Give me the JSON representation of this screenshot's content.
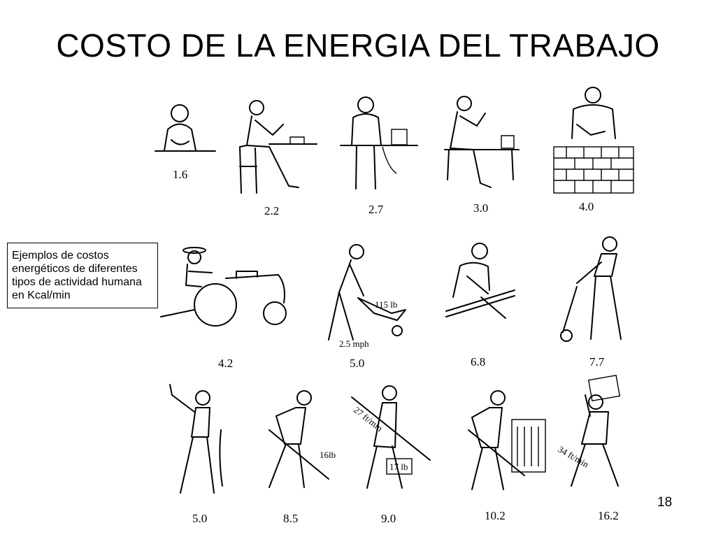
{
  "slide": {
    "title": "COSTO DE LA ENERGIA DEL TRABAJO",
    "note": "Ejemplos de costos energéticos de diferentes tipos de actividad humana en Kcal/min",
    "page_number": "18"
  },
  "activities": [
    {
      "value": "1.6"
    },
    {
      "value": "2.2"
    },
    {
      "value": "2.7"
    },
    {
      "value": "3.0"
    },
    {
      "value": "4.0"
    },
    {
      "value": "4.2"
    },
    {
      "value": "5.0",
      "labels": [
        "115 lb",
        "2.5 mph"
      ]
    },
    {
      "value": "6.8"
    },
    {
      "value": "7.7"
    },
    {
      "value": "5.0"
    },
    {
      "value": "8.5",
      "labels": [
        "16lb"
      ]
    },
    {
      "value": "9.0",
      "labels": [
        "27 ft/min",
        "17 lb"
      ]
    },
    {
      "value": "10.2"
    },
    {
      "value": "16.2",
      "labels": [
        "34 ft/min"
      ]
    }
  ]
}
